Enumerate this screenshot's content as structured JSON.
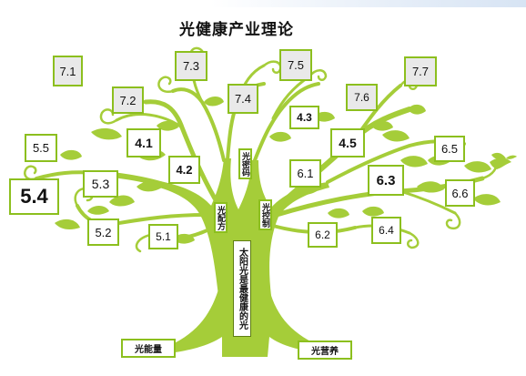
{
  "title": "光健康产业理论",
  "trunk_text": "太阳光是最健康的光",
  "roots": {
    "left": "光能量",
    "right": "光营养"
  },
  "branch_labels": {
    "code": "光密码",
    "formula": "光配方",
    "control": "光控制"
  },
  "nodes": {
    "n71": "7.1",
    "n72": "7.2",
    "n73": "7.3",
    "n74": "7.4",
    "n75": "7.5",
    "n76": "7.6",
    "n77": "7.7",
    "n41": "4.1",
    "n42": "4.2",
    "n43": "4.3",
    "n45": "4.5",
    "n55": "5.5",
    "n54": "5.4",
    "n53": "5.3",
    "n52": "5.2",
    "n51": "5.1",
    "n61": "6.1",
    "n62": "6.2",
    "n63": "6.3",
    "n64": "6.4",
    "n65": "6.5",
    "n66": "6.6"
  },
  "colors": {
    "tree": "#a5cd39",
    "tree_dark": "#8cbf1e",
    "box_grey": "#e9e9e9"
  }
}
